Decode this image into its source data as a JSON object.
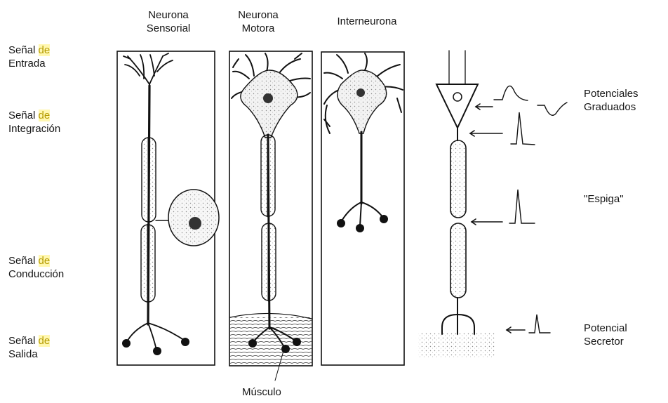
{
  "stages": {
    "entrada": {
      "word": "Señal",
      "connector": "de",
      "name": "Entrada"
    },
    "integracion": {
      "word": "Señal",
      "connector": "de",
      "name": "Integración"
    },
    "conduccion": {
      "word": "Señal",
      "connector": "de",
      "name": "Conducción"
    },
    "salida": {
      "word": "Señal",
      "connector": "de",
      "name": "Salida"
    }
  },
  "columns": {
    "sensorial": {
      "line1": "Neurona",
      "line2": "Sensorial"
    },
    "motora": {
      "line1": "Neurona",
      "line2": "Motora"
    },
    "inter": {
      "line1": "Interneurona"
    }
  },
  "potentials": {
    "graduados": {
      "line1": "Potenciales",
      "line2": "Graduados"
    },
    "espiga": "\"Espiga\"",
    "secretor": {
      "line1": "Potencial",
      "line2": "Secretor"
    }
  },
  "musculo": "Músculo",
  "colors": {
    "highlight": "#b59b00",
    "ink": "#111111",
    "stipple": "#9a9a9a",
    "cell_fill": "#f2f2f2"
  }
}
